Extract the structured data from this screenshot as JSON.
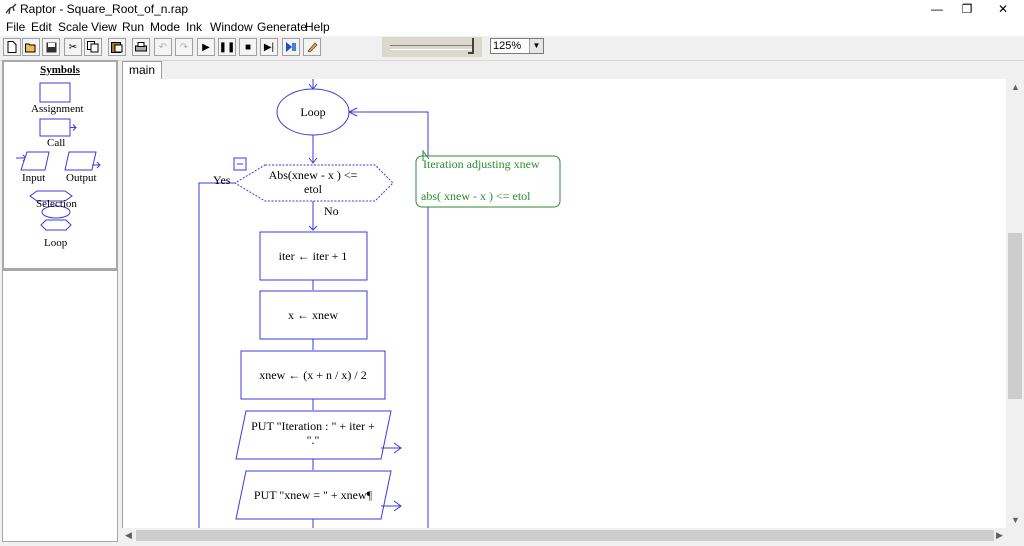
{
  "window": {
    "title": "Raptor - Square_Root_of_n.rap",
    "min": "—",
    "max": "❐",
    "close": "✕"
  },
  "menu": [
    "File",
    "Edit",
    "Scale",
    "View",
    "Run",
    "Mode",
    "Ink",
    "Window",
    "Generate",
    "Help"
  ],
  "toolbar": {
    "zoom_value": "125%",
    "buttons": [
      "new-icon",
      "open-icon",
      "save-icon",
      "cut-icon",
      "copy-icon",
      "paste-icon",
      "print-icon",
      "undo-icon",
      "redo-icon",
      "execute-icon",
      "pause-icon",
      "stop-icon",
      "step-icon",
      "test-icon",
      "pen-icon"
    ]
  },
  "symbols": {
    "title": "Symbols",
    "items": [
      "Assignment",
      "Call",
      "Input",
      "Output",
      "Selection",
      "Loop"
    ]
  },
  "tabs": [
    "main"
  ],
  "flowchart": {
    "loop": "Loop",
    "condition_line1": "Abs(xnew  -  x ) <=",
    "condition_line2": "etol",
    "yes": "Yes",
    "no": "No",
    "assign1": "iter ← iter  +  1",
    "assign2": "x ← xnew",
    "assign3": "xnew ← (x  +  n / x)  /  2",
    "output1_line1": "PUT \"Iteration : \" + iter +",
    "output1_line2": "\".\"",
    "output2": "PUT \"xnew = \" + xnew¶",
    "comment_line1": "Iteration adjusting xnew",
    "comment_line2": "abs( xnew - x ) <= etol"
  },
  "colors": {
    "flow_blue": "#3a3ae0",
    "comment_green": "#2e8b2e"
  }
}
